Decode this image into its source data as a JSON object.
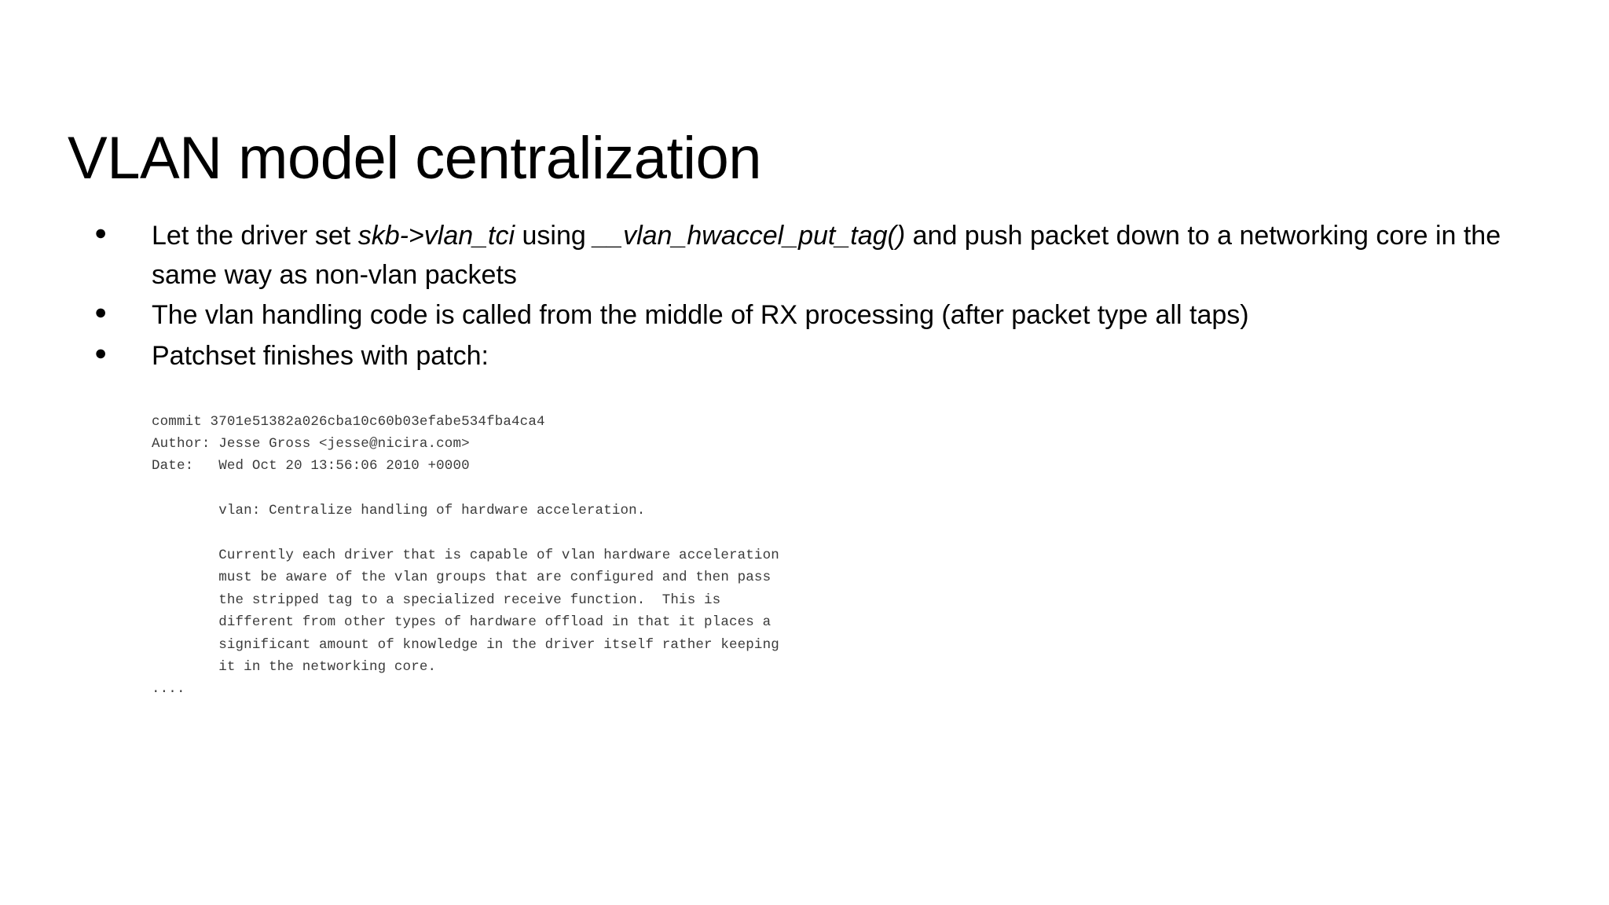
{
  "slide": {
    "title": "VLAN model centralization",
    "bullet_marker": "●",
    "bullets": [
      {
        "id": "bullet-driver-set-vlan-tci",
        "segments": [
          {
            "text": "Let the driver set ",
            "style": "normal"
          },
          {
            "text": "skb->vlan_tci",
            "style": "italic"
          },
          {
            "text": " using ",
            "style": "normal"
          },
          {
            "text": "__vlan_hwaccel_put_tag()",
            "style": "italic"
          },
          {
            "text": " and push packet down to a networking core in the same way as non-vlan packets",
            "style": "normal"
          }
        ],
        "plain": "Let the driver set skb->vlan_tci using __vlan_hwaccel_put_tag() and push packet down to a networking core in the same way as non-vlan packets"
      },
      {
        "id": "bullet-vlan-handling-code",
        "segments": [
          {
            "text": "The vlan handling code is called from the middle of RX processing (after packet type all taps)",
            "style": "normal"
          }
        ],
        "plain": "The vlan handling code is called from the middle of RX processing (after packet type all taps)"
      },
      {
        "id": "bullet-patchset-finishes",
        "segments": [
          {
            "text": "Patchset finishes with patch:",
            "style": "normal"
          }
        ],
        "plain": "Patchset finishes with patch:"
      }
    ],
    "commit": {
      "hash_line": "commit 3701e51382a026cba10c60b03efabe534fba4ca4",
      "author_line": "Author: Jesse Gross <jesse@nicira.com>",
      "date_line": "Date:   Wed Oct 20 13:56:06 2010 +0000",
      "subject_line": "        vlan: Centralize handling of hardware acceleration.",
      "body_lines": [
        "        Currently each driver that is capable of vlan hardware acceleration",
        "        must be aware of the vlan groups that are configured and then pass",
        "        the stripped tag to a specialized receive function.  This is",
        "        different from other types of hardware offload in that it places a",
        "        significant amount of knowledge in the driver itself rather keeping",
        "        it in the networking core."
      ],
      "truncation_line": "....",
      "lines": [
        "commit 3701e51382a026cba10c60b03efabe534fba4ca4",
        "Author: Jesse Gross <jesse@nicira.com>",
        "Date:   Wed Oct 20 13:56:06 2010 +0000",
        "",
        "        vlan: Centralize handling of hardware acceleration.",
        "",
        "        Currently each driver that is capable of vlan hardware acceleration",
        "        must be aware of the vlan groups that are configured and then pass",
        "        the stripped tag to a specialized receive function.  This is",
        "        different from other types of hardware offload in that it places a",
        "        significant amount of knowledge in the driver itself rather keeping",
        "        it in the networking core.",
        "...."
      ]
    },
    "colors": {
      "background": "#ffffff",
      "title_text": "#000000",
      "body_text": "#000000",
      "code_text": "#3b3b3b"
    }
  }
}
